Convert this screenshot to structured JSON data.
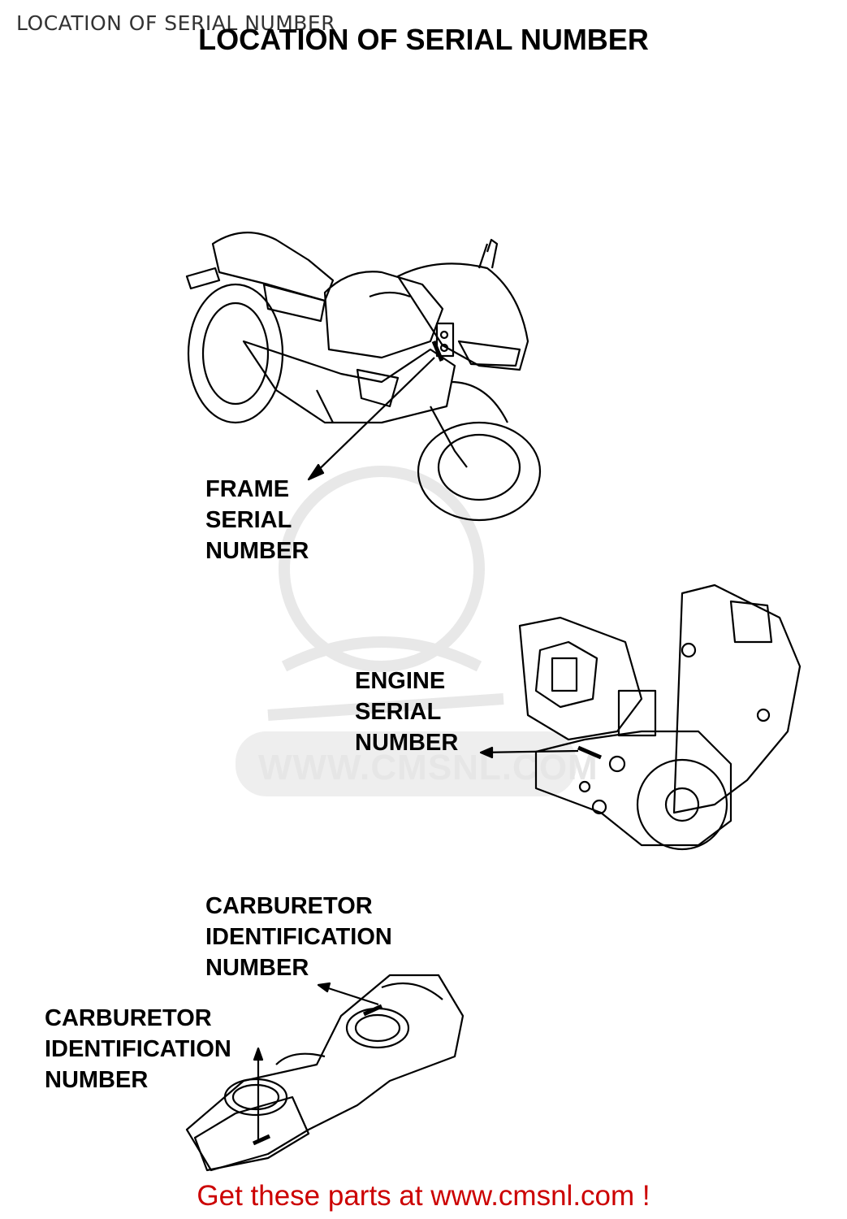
{
  "header": {
    "small_title": "LOCATION OF SERIAL NUMBER",
    "title": "LOCATION OF SERIAL NUMBER"
  },
  "labels": {
    "frame": [
      "FRAME",
      "SERIAL",
      "NUMBER"
    ],
    "engine": [
      "ENGINE",
      "SERIAL",
      "NUMBER"
    ],
    "carb_upper": [
      "CARBURETOR",
      "IDENTIFICATION",
      "NUMBER"
    ],
    "carb_lower": [
      "CARBURETOR",
      "IDENTIFICATION",
      "NUMBER"
    ]
  },
  "watermark": {
    "text": "WWW.CMSNL.COM"
  },
  "footer": {
    "text": "Get these parts at www.cmsnl.com !",
    "color": "#cc0000"
  }
}
